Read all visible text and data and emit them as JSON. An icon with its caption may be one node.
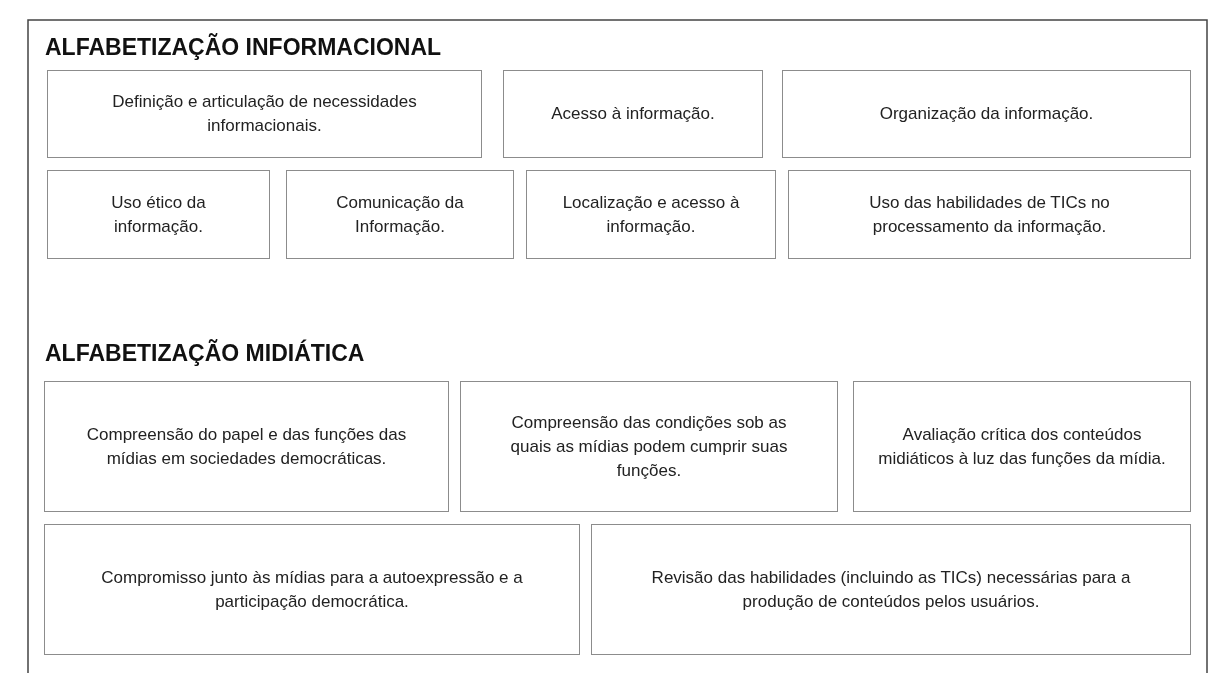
{
  "diagram": {
    "nodes": [
      {
        "text": [
          "Definição e articulação de necessidades informacionais."
        ]
      },
      {
        "text": [
          "Acesso à informação."
        ]
      },
      {
        "text": [
          "Organização da informação."
        ]
      },
      {
        "text": [
          "Uso ético da informação."
        ]
      },
      {
        "text": [
          "Comunicação da Informação."
        ]
      },
      {
        "text": [
          "Localização e acesso à informação."
        ]
      },
      {
        "text": [
          "Uso das habilidades de TICs no processamento da informação."
        ]
      },
      {
        "text": [
          "Compreensão do papel e das funções das mídias em sociedades democráticas."
        ]
      },
      {
        "text": [
          "Compreensão das condições sob as quais as mídias podem cumprir suas funções."
        ]
      },
      {
        "text": [
          "Avaliação crítica dos conteúdos midiáticos à luz das funções da mídia."
        ]
      },
      {
        "text": [
          "Compromisso junto às mídias para a autoexpressão e a participação democrática."
        ]
      },
      {
        "text": [
          "Revisão das habilidades (incluindo as TICs) necessárias para a produção de conteúdos pelos usuários."
        ]
      }
    ],
    "edges": [],
    "labels": [
      "ALFABETIZAÇÃO INFORMACIONAL",
      "ALFABETIZAÇÃO MIDIÁTICA"
    ]
  }
}
